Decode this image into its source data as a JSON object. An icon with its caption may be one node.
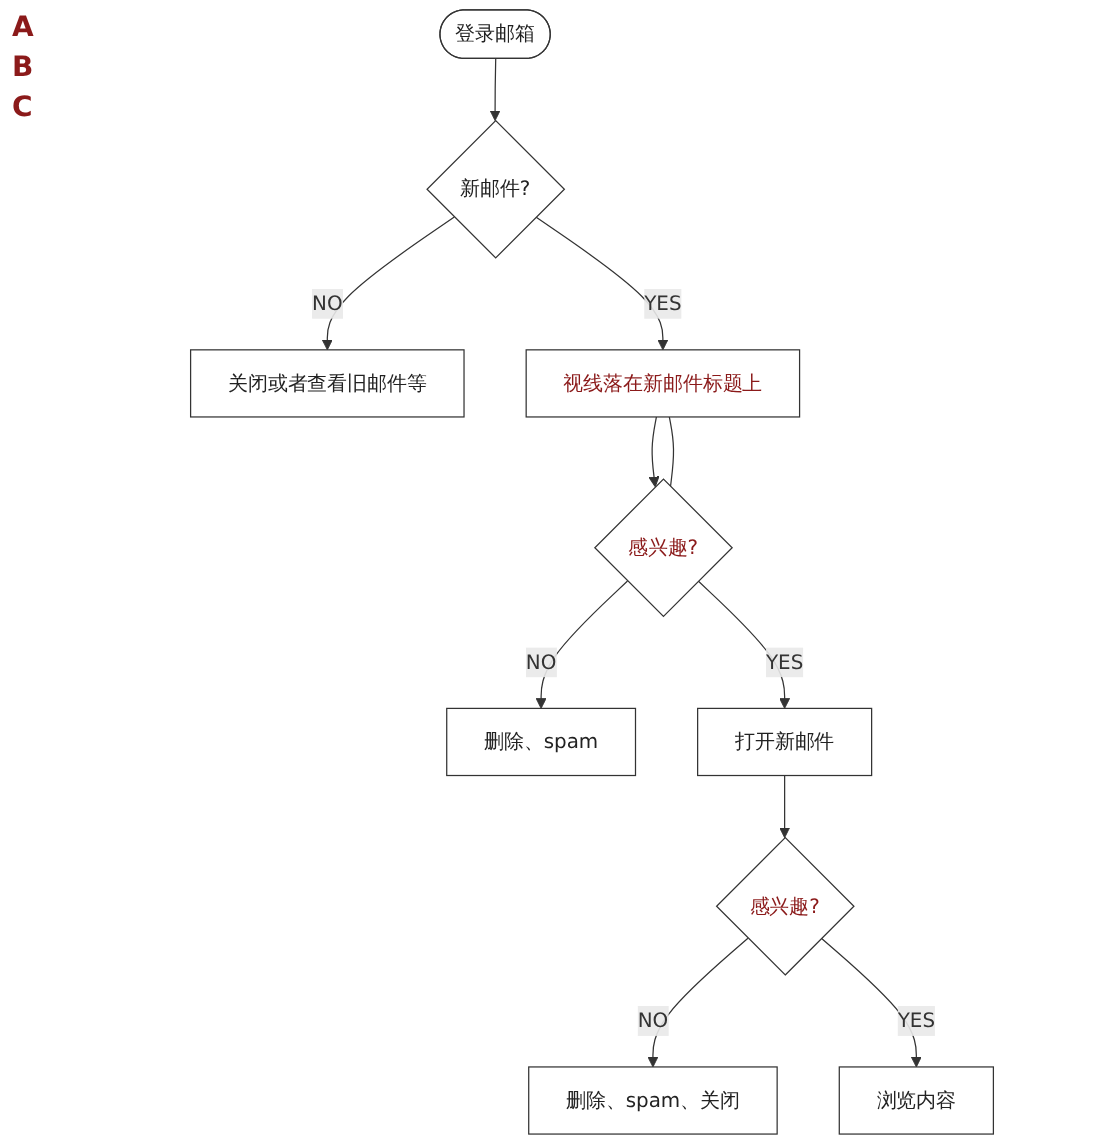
{
  "diagram": {
    "nodes": [
      {
        "text": [
          "登录邮箱"
        ]
      },
      {
        "text": [
          "新邮件?"
        ]
      },
      {
        "text": [
          "关闭或者查看旧邮件等"
        ]
      },
      {
        "text": [
          "视线落在新邮件标题上"
        ]
      },
      {
        "text": [
          "感兴趣?"
        ]
      },
      {
        "text": [
          "删除、spam"
        ]
      },
      {
        "text": [
          "打开新邮件"
        ]
      },
      {
        "text": [
          "感兴趣?"
        ]
      },
      {
        "text": [
          "删除、spam、关闭"
        ]
      },
      {
        "text": [
          "浏览内容"
        ]
      }
    ],
    "edges": [
      {
        "from": 0,
        "to": 1,
        "arrow": "to"
      },
      {
        "from": 1,
        "to": 2,
        "arrow": "to",
        "label": "NO"
      },
      {
        "from": 1,
        "to": 3,
        "arrow": "to",
        "label": "YES"
      },
      {
        "from": 3,
        "to": 4,
        "arrow": "to"
      },
      {
        "from": 4,
        "to": 3,
        "arrow": "none"
      },
      {
        "from": 4,
        "to": 5,
        "arrow": "to",
        "label": "NO"
      },
      {
        "from": 4,
        "to": 6,
        "arrow": "to",
        "label": "YES"
      },
      {
        "from": 6,
        "to": 7,
        "arrow": "to"
      },
      {
        "from": 7,
        "to": 8,
        "arrow": "to",
        "label": "NO"
      },
      {
        "from": 7,
        "to": 9,
        "arrow": "to",
        "label": "YES"
      }
    ],
    "labels": [
      "A",
      "B",
      "C"
    ]
  }
}
